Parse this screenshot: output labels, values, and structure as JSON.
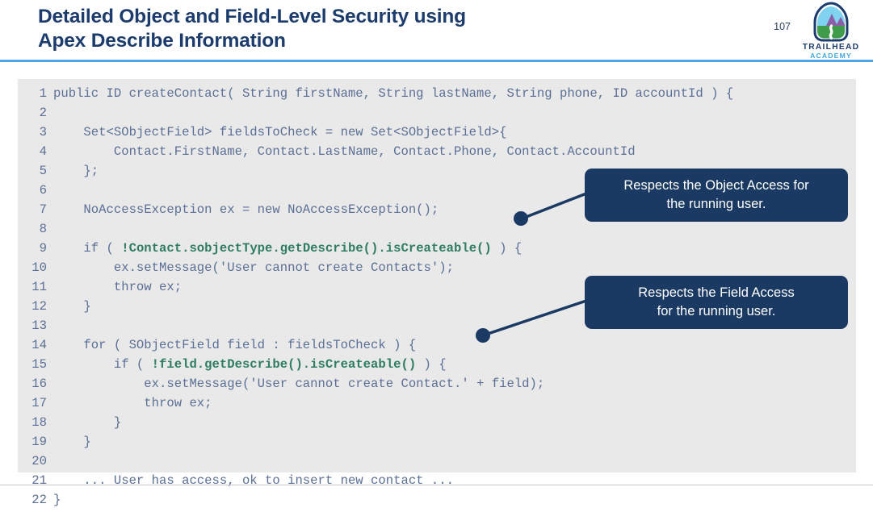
{
  "header": {
    "title_line_1": "Detailed Object and Field-Level Security using",
    "title_line_2": "Apex Describe Information",
    "page_number": "107",
    "logo_word": "TRAILHEAD",
    "logo_sub": "ACADEMY",
    "logo_icon": "trailhead-mountain-logo",
    "rule_color": "#4ea5e8",
    "title_color": "#1d3c6e"
  },
  "code": {
    "background": "#e9e9e9",
    "text_color": "#5b6f96",
    "highlight_color": "#2e7d64",
    "lines": [
      {
        "n": "1",
        "pre": "public ID createContact( String firstName, String lastName, String phone, ID accountId ) {",
        "hl": "",
        "post": ""
      },
      {
        "n": "2",
        "pre": "",
        "hl": "",
        "post": ""
      },
      {
        "n": "3",
        "pre": "    Set<SObjectField> fieldsToCheck = new Set<SObjectField>{",
        "hl": "",
        "post": ""
      },
      {
        "n": "4",
        "pre": "        Contact.FirstName, Contact.LastName, Contact.Phone, Contact.AccountId",
        "hl": "",
        "post": ""
      },
      {
        "n": "5",
        "pre": "    };",
        "hl": "",
        "post": ""
      },
      {
        "n": "6",
        "pre": "",
        "hl": "",
        "post": ""
      },
      {
        "n": "7",
        "pre": "    NoAccessException ex = new NoAccessException();",
        "hl": "",
        "post": ""
      },
      {
        "n": "8",
        "pre": "",
        "hl": "",
        "post": ""
      },
      {
        "n": "9",
        "pre": "    if ( ",
        "hl": "!Contact.sobjectType.getDescribe().isCreateable()",
        "post": " ) {"
      },
      {
        "n": "10",
        "pre": "        ex.setMessage('User cannot create Contacts');",
        "hl": "",
        "post": ""
      },
      {
        "n": "11",
        "pre": "        throw ex;",
        "hl": "",
        "post": ""
      },
      {
        "n": "12",
        "pre": "    }",
        "hl": "",
        "post": ""
      },
      {
        "n": "13",
        "pre": "",
        "hl": "",
        "post": ""
      },
      {
        "n": "14",
        "pre": "    for ( SObjectField field : fieldsToCheck ) {",
        "hl": "",
        "post": ""
      },
      {
        "n": "15",
        "pre": "        if ( ",
        "hl": "!field.getDescribe().isCreateable()",
        "post": " ) {"
      },
      {
        "n": "16",
        "pre": "            ex.setMessage('User cannot create Contact.' + field);",
        "hl": "",
        "post": ""
      },
      {
        "n": "17",
        "pre": "            throw ex;",
        "hl": "",
        "post": ""
      },
      {
        "n": "18",
        "pre": "        }",
        "hl": "",
        "post": ""
      },
      {
        "n": "19",
        "pre": "    }",
        "hl": "",
        "post": ""
      },
      {
        "n": "20",
        "pre": "",
        "hl": "",
        "post": ""
      },
      {
        "n": "21",
        "pre": "    ... User has access, ok to insert new contact ...",
        "hl": "",
        "post": ""
      },
      {
        "n": "22",
        "pre": "}",
        "hl": "",
        "post": ""
      }
    ]
  },
  "callouts": [
    {
      "line_1": "Respects the Object Access for",
      "line_2": "the running user.",
      "background": "#1b3a63",
      "text_color": "#ffffff"
    },
    {
      "line_1": "Respects the Field Access",
      "line_2": "for the running user.",
      "background": "#1b3a63",
      "text_color": "#ffffff"
    }
  ]
}
